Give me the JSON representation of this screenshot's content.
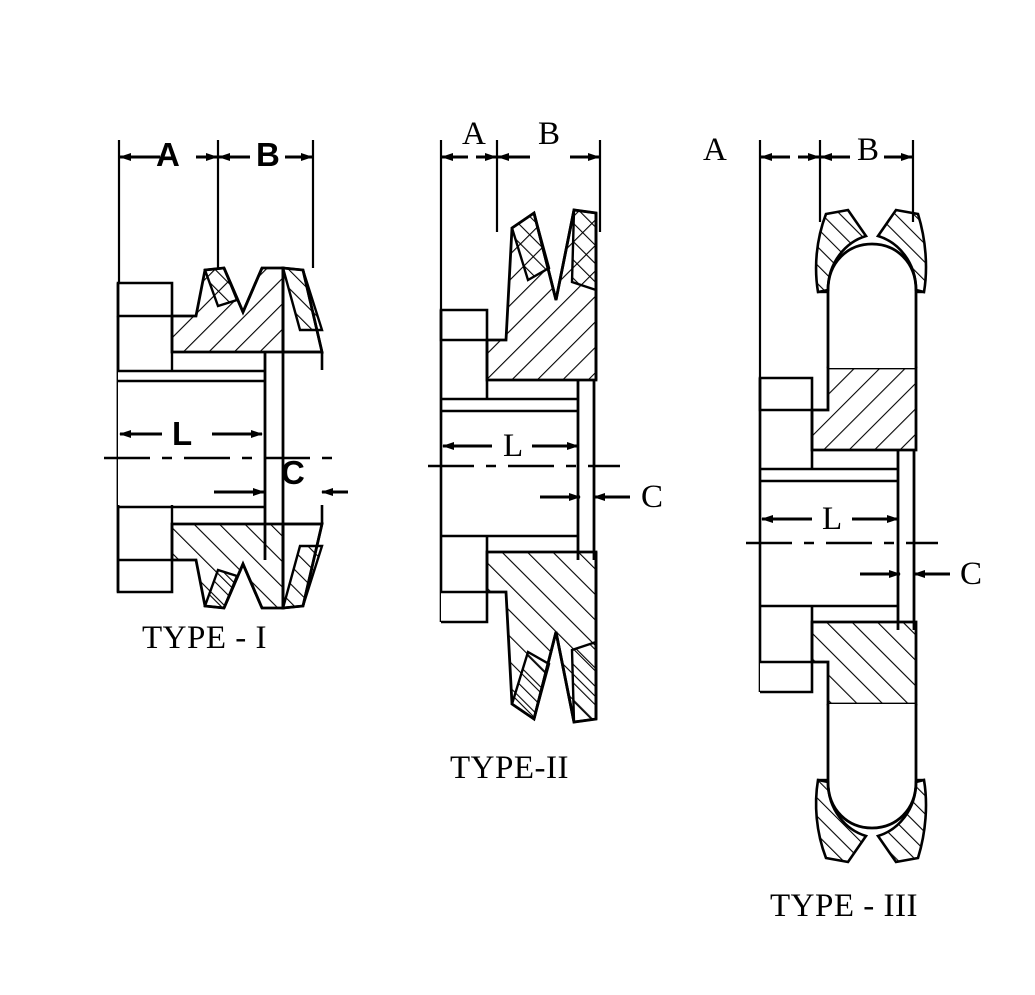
{
  "document": {
    "kind": "engineering-drawing",
    "subject": "V-belt pulley hub cross sections",
    "background_color": "#ffffff",
    "line_color": "#000000"
  },
  "figures": [
    {
      "id": "type-1",
      "title": "TYPE - I",
      "dimensions": {
        "a": "A",
        "b": "B",
        "l": "L",
        "c": "C"
      }
    },
    {
      "id": "type-2",
      "title": "TYPE-II",
      "dimensions": {
        "a": "A",
        "b": "B",
        "l": "L",
        "c": "C"
      }
    },
    {
      "id": "type-3",
      "title": "TYPE - III",
      "dimensions": {
        "a": "A",
        "b": "B",
        "l": "L",
        "c": "C"
      }
    }
  ]
}
